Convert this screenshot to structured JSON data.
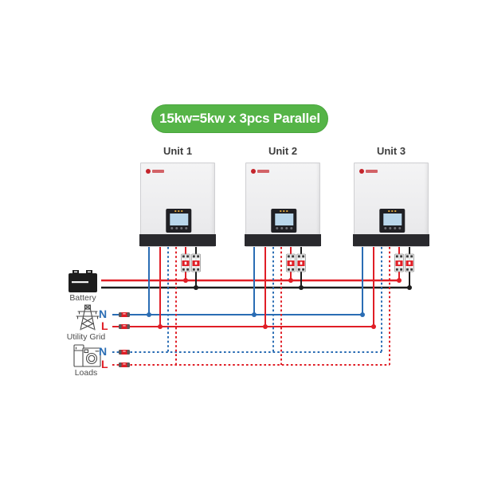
{
  "title": {
    "text": "15kw=5kw x 3pcs Parallel"
  },
  "units": [
    {
      "label": "Unit 1"
    },
    {
      "label": "Unit 2"
    },
    {
      "label": "Unit 3"
    }
  ],
  "left_panel": {
    "battery": {
      "label": "Battery"
    },
    "utility_grid": {
      "label": "Utility Grid",
      "neutral_label": "N",
      "live_label": "L"
    },
    "loads": {
      "label": "Loads",
      "neutral_label": "N",
      "live_label": "L"
    }
  },
  "colors": {
    "accent_green": "#55b447",
    "accent_green_dark": "#49a53d",
    "wire_red": "#e01e26",
    "wire_blue": "#2a6db4",
    "wire_black": "#1c1c1c",
    "brand_red": "#c4242b",
    "screen_blue": "#bad7eb"
  }
}
